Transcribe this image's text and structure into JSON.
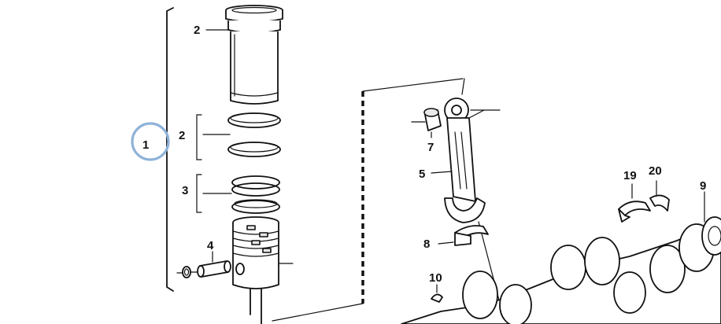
{
  "diagram": {
    "labels": {
      "l1": "1",
      "l2a": "2",
      "l2b": "2",
      "l3": "3",
      "l4": "4",
      "l5": "5",
      "l7": "7",
      "l8": "8",
      "l9": "9",
      "l10": "10",
      "l19": "19",
      "l20": "20"
    },
    "highlight": {
      "target": "1",
      "color": "#8fb3d9"
    },
    "colors": {
      "ink": "#111111",
      "background": "#ffffff"
    }
  }
}
